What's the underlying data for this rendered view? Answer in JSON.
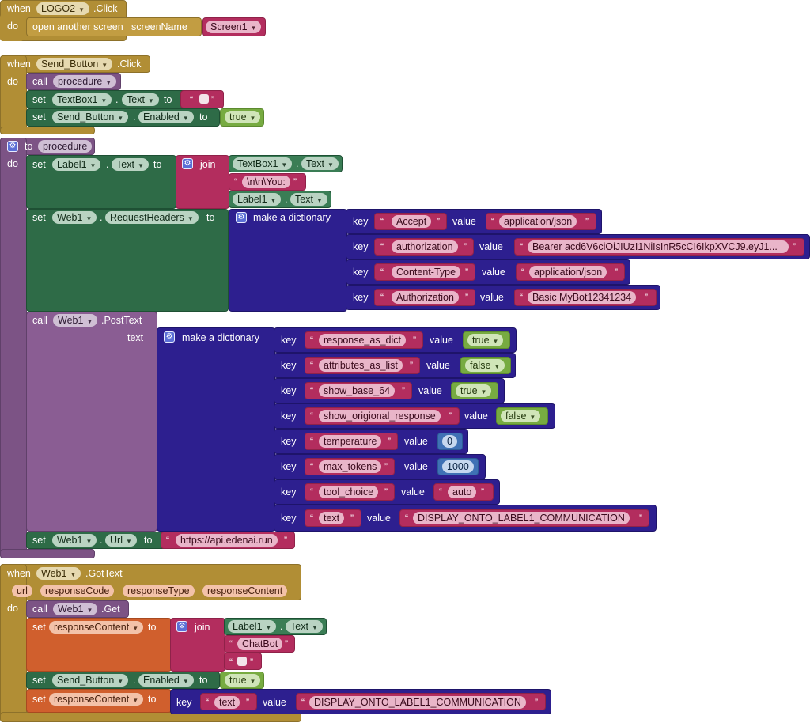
{
  "labels": {
    "when": "when",
    "do": "do",
    "to": "to",
    "set": "set",
    "call": "call",
    "join": "join",
    "make_dict": "make a dictionary",
    "key": "key",
    "value": "value",
    "text": "text",
    "dot": ".",
    "open_screen": "open another screen",
    "screen_name": "screenName",
    "q_open": "“",
    "q_close": "”",
    "to_proc": "to"
  },
  "b1": {
    "component": "LOGO2",
    "event": ".Click",
    "screen": "Screen1"
  },
  "b2": {
    "component": "Send_Button",
    "event": ".Click",
    "proc": "procedure",
    "tb1": "TextBox1",
    "tb1_prop": "Text",
    "sb": "Send_Button",
    "sb_prop": "Enabled",
    "true": "true"
  },
  "b3": {
    "proc_name": "procedure",
    "label1": "Label1",
    "label1_prop": "Text",
    "tb1": "TextBox1",
    "tb1_prop": "Text",
    "nn_you": "\\n\\n\\You:",
    "label1b": "Label1",
    "label1b_prop": "Text",
    "web1": "Web1",
    "req_headers": "RequestHeaders",
    "headers": [
      {
        "key": "Accept",
        "value": "application/json"
      },
      {
        "key": "authorization",
        "value": "Bearer acd6V6ciOiJIUzI1NiIsInR5cCI6IkpXVCJ9.eyJ1..."
      },
      {
        "key": "Content-Type",
        "value": "application/json"
      },
      {
        "key": "Authorization",
        "value": "Basic MyBot12341234"
      }
    ],
    "post_web": "Web1",
    "post_text": ".PostText",
    "text_label": "text",
    "body": [
      {
        "key": "response_as_dict",
        "value": "true",
        "kind": "lgc"
      },
      {
        "key": "attributes_as_list",
        "value": "false",
        "kind": "lgc"
      },
      {
        "key": "show_base_64",
        "value": "true",
        "kind": "lgc"
      },
      {
        "key": "show_origional_response",
        "value": "false",
        "kind": "lgc"
      },
      {
        "key": "temperature",
        "value": "0",
        "kind": "mat"
      },
      {
        "key": "max_tokens",
        "value": "1000",
        "kind": "mat"
      },
      {
        "key": "tool_choice",
        "value": "auto",
        "kind": "txt"
      },
      {
        "key": "text",
        "value": "DISPLAY_ONTO_LABEL1_COMMUNICATION",
        "kind": "txt"
      }
    ],
    "url_web": "Web1",
    "url_prop": "Url",
    "url": "https://api.edenai.run"
  },
  "b4": {
    "component": "Web1",
    "event": ".GotText",
    "params": [
      "url",
      "responseCode",
      "responseType",
      "responseContent"
    ],
    "get_web": "Web1",
    "get": ".Get",
    "rc": "responseContent",
    "label1": "Label1",
    "label1_prop": "Text",
    "chatbot": "ChatBot",
    "sb": "Send_Button",
    "sb_prop": "Enabled",
    "true": "true",
    "rc2": "responseContent",
    "key": "text",
    "value": "DISPLAY_ONTO_LABEL1_COMMUNICATION"
  }
}
